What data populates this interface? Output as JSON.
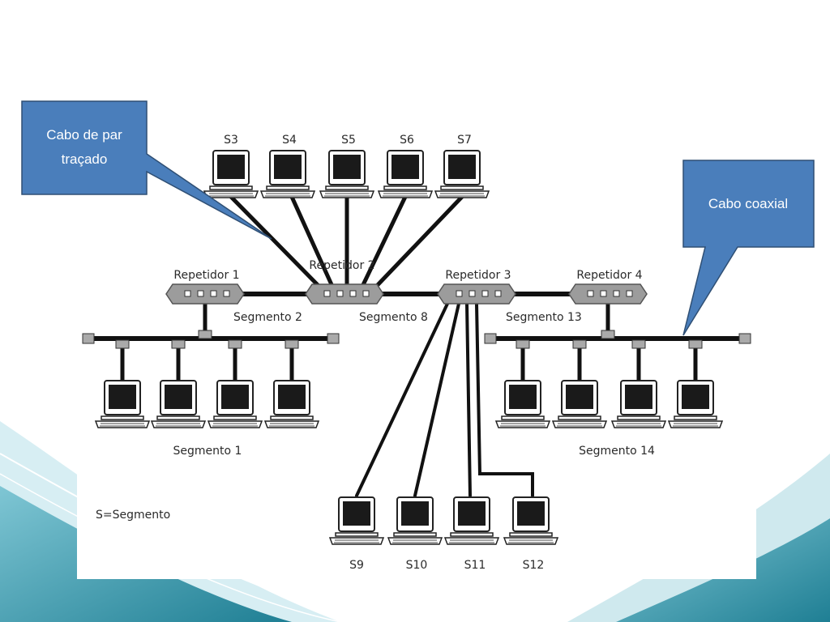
{
  "callouts": {
    "twisted_pair_line1": "Cabo de par",
    "twisted_pair_line2": "traçado",
    "coaxial": "Cabo coaxial"
  },
  "diagram": {
    "top_stations": [
      "S3",
      "S4",
      "S5",
      "S6",
      "S7"
    ],
    "bottom_stations": [
      "S9",
      "S10",
      "S11",
      "S12"
    ],
    "repeaters": [
      "Repetidor 1",
      "Repetidor 2",
      "Repetidor 3",
      "Repetidor 4"
    ],
    "segments": {
      "seg1": "Segmento 1",
      "seg2": "Segmento 2",
      "seg8": "Segmento 8",
      "seg13": "Segmento 13",
      "seg14": "Segmento 14"
    },
    "legend": "S=Segmento"
  },
  "colors": {
    "callout_fill": "#4a7ebb",
    "callout_border": "#2f4f74",
    "wave_teal": "#2c8fa3"
  }
}
